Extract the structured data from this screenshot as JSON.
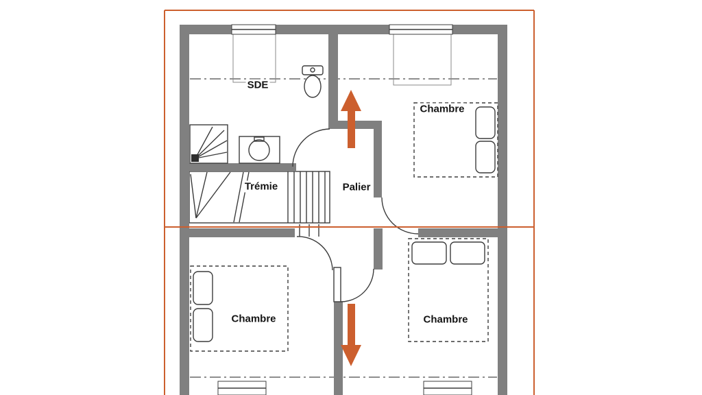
{
  "colors": {
    "accent": "#cc5f2e",
    "wall": "#808080",
    "line": "#3c3c3c",
    "text": "#141414",
    "bg": "#ffffff"
  },
  "labels": {
    "sde": "SDE",
    "chambre_top_right": "Chambre",
    "tremie": "Trémie",
    "palier": "Palier",
    "chambre_bottom_left": "Chambre",
    "chambre_bottom_right": "Chambre"
  },
  "icons": {
    "up_arrow": "stairs-up-arrow",
    "down_arrow": "stairs-down-arrow",
    "shower": "shower",
    "sink": "washbasin",
    "toilet": "wc",
    "beds": 3,
    "staircase": "staircase-with-winder"
  }
}
